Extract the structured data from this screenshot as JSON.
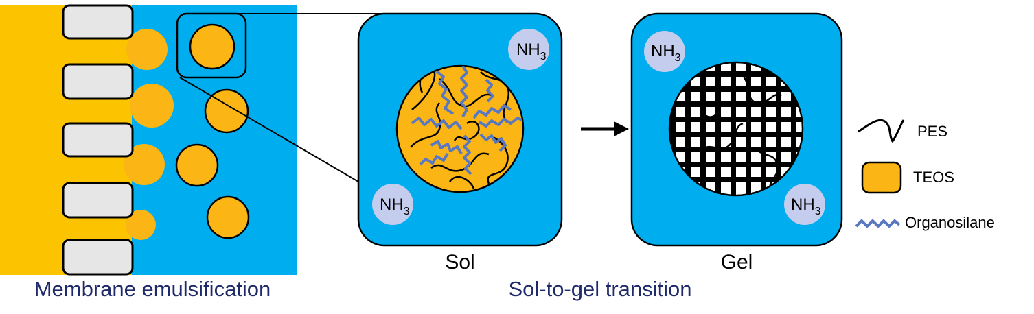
{
  "colors": {
    "oil": "#FCC300",
    "water": "#00AEEF",
    "droplet": "#FBB515",
    "pore": "#E6E6E6",
    "nh3_bubble": "#C5CDEF",
    "organosilane": "#5A78C0",
    "caption": "#1F2A6B",
    "outline": "#000000"
  },
  "icons": [
    "right-arrow-icon",
    "pes-chain-icon",
    "teos-swatch-icon",
    "organosilane-zigzag-icon"
  ],
  "sections": {
    "emulsification": {
      "caption": "Membrane emulsification"
    },
    "transition": {
      "caption": "Sol-to-gel transition"
    }
  },
  "panels": {
    "sol": {
      "label": "Sol",
      "nh3": [
        "NH",
        "NH"
      ],
      "nh3_sub": "3"
    },
    "gel": {
      "label": "Gel",
      "nh3": [
        "NH",
        "NH"
      ],
      "nh3_sub": "3"
    }
  },
  "legend": {
    "items": [
      {
        "label": "PES"
      },
      {
        "label": "TEOS"
      },
      {
        "label": "Organosilane"
      }
    ]
  }
}
